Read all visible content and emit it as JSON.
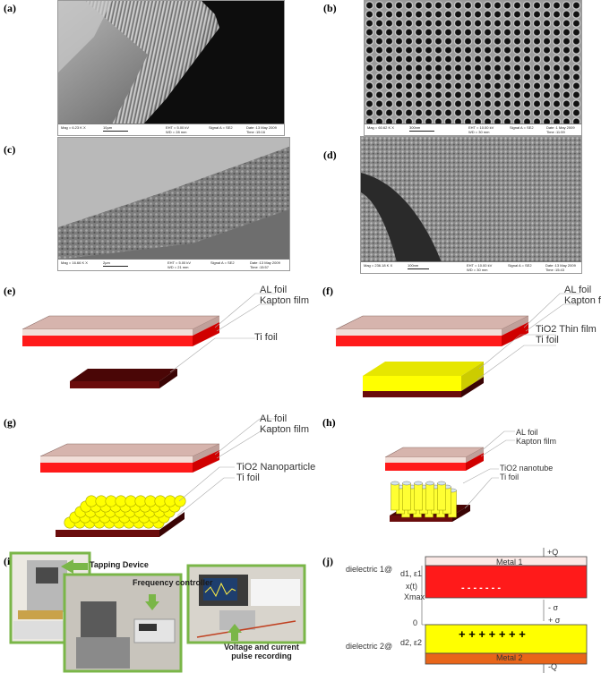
{
  "panels": {
    "a": "(a)",
    "b": "(b)",
    "c": "(c)",
    "d": "(d)",
    "e": "(e)",
    "f": "(f)",
    "g": "(g)",
    "h": "(h)",
    "i": "(i)",
    "j": "(j)"
  },
  "sem": {
    "a": {
      "mag": "Mag = 6.23 K X",
      "bar": "10µm",
      "eht": "EHT = 5.00 kV",
      "wd": "WD = 28 mm",
      "signal": "Signal A = SE2",
      "date": "Date :13 May 2009",
      "time": "Time :15:16"
    },
    "b": {
      "mag": "Mag = 60.62 K X",
      "bar": "300nm",
      "eht": "EHT = 10.00 kV",
      "wd": "WD = 30 mm",
      "signal": "Signal A = SE2",
      "date": "Date :1 May 2009",
      "time": "Time :11:59"
    },
    "c": {
      "mag": "Mag = 16.66 K X",
      "bar": "2µm",
      "eht": "EHT = 5.00 kV",
      "wd": "WD = 21 mm",
      "signal": "Signal A = SE2",
      "date": "Date :13 May 2009",
      "time": "Time :15:57"
    },
    "d": {
      "mag": "Mag = 236.18 K X",
      "bar": "100nm",
      "eht": "EHT = 10.00 kV",
      "wd": "WD = 30 mm",
      "signal": "Signal A = SE2",
      "date": "Date :13 May 2009",
      "time": "Time :15:43"
    }
  },
  "layers": {
    "e": {
      "al": "AL foil",
      "kapton": "Kapton film",
      "ti": "Ti foil"
    },
    "f": {
      "al": "AL foil",
      "kapton": "Kapton film",
      "tio2": "TiO2 Thin film",
      "ti": "Ti foil"
    },
    "g": {
      "al": "AL foil",
      "kapton": "Kapton film",
      "tio2": "TiO2 Nanoparticle",
      "ti": "Ti foil"
    },
    "h": {
      "al": "AL foil",
      "kapton": "Kapton film",
      "tio2": "TiO2 nanotube",
      "ti": "Ti foil"
    }
  },
  "photo": {
    "tapping": "Tapping Device",
    "freq": "Frequency controller",
    "voltage": "Voltage and current pulse recording"
  },
  "model": {
    "plus_q": "+Q",
    "minus_q": "-Q",
    "metal1": "Metal 1",
    "metal2": "Metal 2",
    "dielectric1": "dielectric 1@",
    "dielectric2": "dielectric 2@",
    "d1": "d1, ε1",
    "d2": "d2, ε2",
    "xt": "x(t)",
    "xmax": "Xmax",
    "zero": "0",
    "minus_sigma": "- σ",
    "plus_sigma": "+ σ",
    "minus_row": "- - - - - - -",
    "plus_row": "+ + + + + + +"
  },
  "colors": {
    "al": "#d6b4ad",
    "kapton": "#ff1a1a",
    "ti": "#5a0a0a",
    "tio2": "#ffff00",
    "metal2": "#e8651a",
    "photo_border": "#7ab648"
  }
}
